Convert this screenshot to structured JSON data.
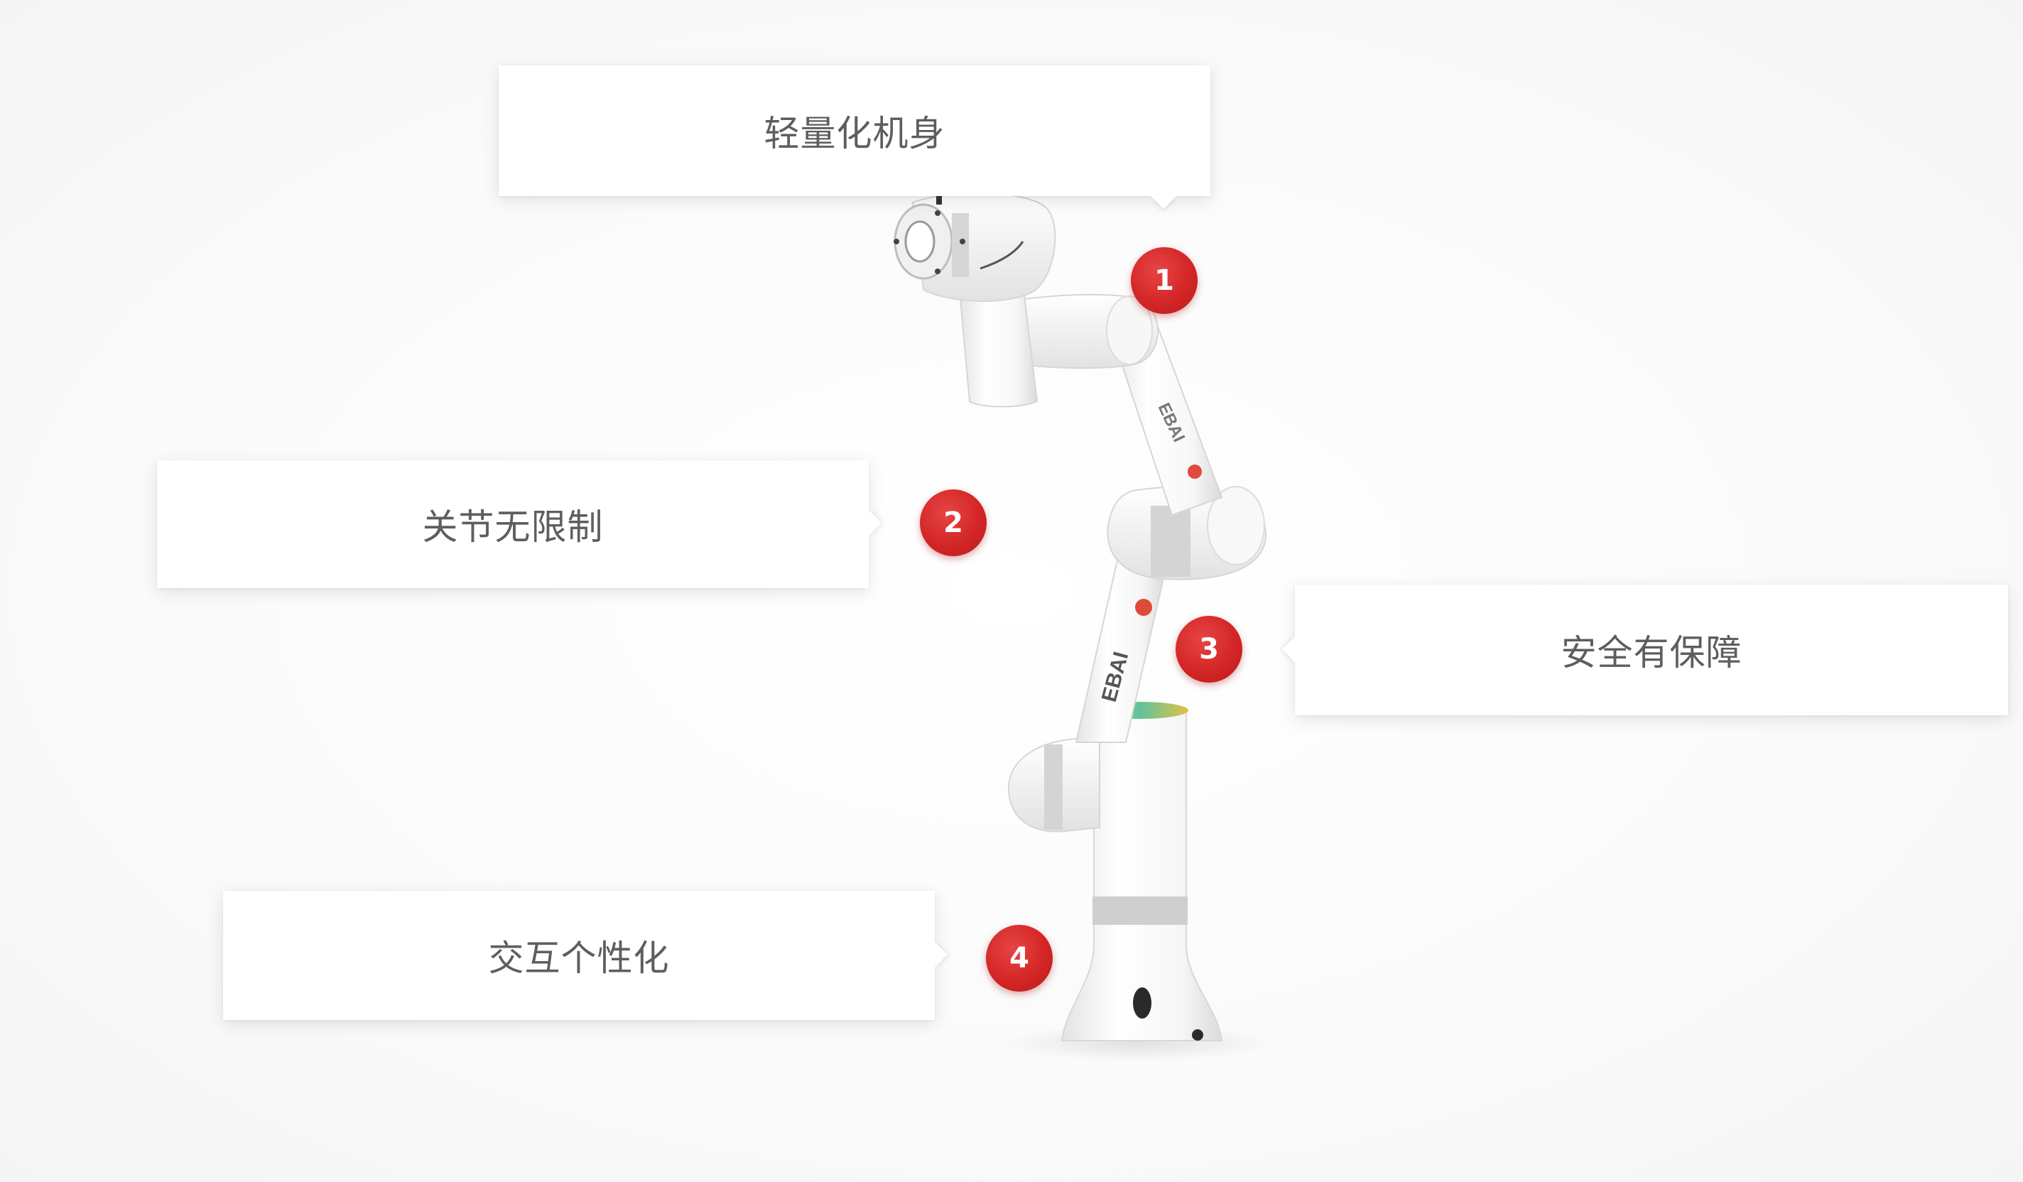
{
  "features": [
    {
      "number": "1",
      "label": "轻量化机身"
    },
    {
      "number": "2",
      "label": "关节无限制"
    },
    {
      "number": "3",
      "label": "安全有保障"
    },
    {
      "number": "4",
      "label": "交互个性化"
    }
  ],
  "robot": {
    "brand": "EBAI",
    "colors": {
      "body": "#f4f4f4",
      "accent_gray": "#cfcfcf",
      "logo_red": "#e04a3a",
      "badge_red": "#d42626"
    }
  }
}
